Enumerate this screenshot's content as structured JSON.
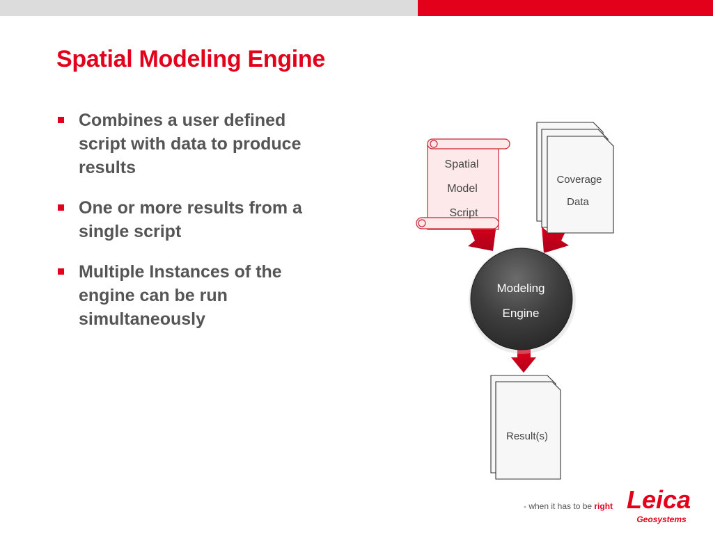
{
  "colors": {
    "brand_red": "#e2001a",
    "text_grey": "#555555",
    "top_bar_grey": "#dcdcdc"
  },
  "slide": {
    "title": "Spatial Modeling Engine",
    "bullets": [
      {
        "lines": [
          "Combines a user defined",
          "script with data to produce",
          "results"
        ]
      },
      {
        "lines": [
          "One or more results from a",
          "single script"
        ]
      },
      {
        "lines": [
          "Multiple Instances of the",
          "engine can be run",
          "simultaneously"
        ]
      }
    ]
  },
  "diagram": {
    "script_lines": [
      "Spatial",
      "Model",
      "Script"
    ],
    "coverage_lines": [
      "Coverage",
      "Data"
    ],
    "engine_lines": [
      "Modeling",
      "Engine"
    ],
    "result_label": "Result(s)"
  },
  "footer": {
    "tagline_prefix": "- when it has to be ",
    "tagline_emphasis": "right",
    "logo_name": "Leica",
    "logo_sub": "Geosystems"
  }
}
